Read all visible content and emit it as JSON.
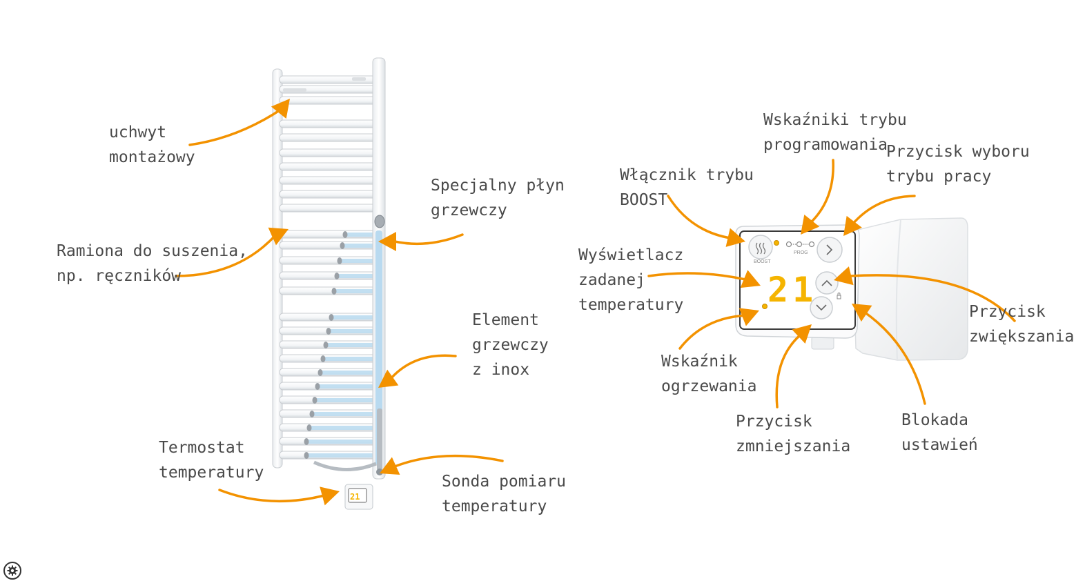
{
  "colors": {
    "arrow": "#f39200",
    "radiator": "#ffffff",
    "radiator_outline": "#c8ccd0",
    "heating_fluid": "#b9daf0",
    "lcd": "#f5b400",
    "label_text": "#4a4a4a"
  },
  "labels": {
    "mounting_bracket": [
      "uchwyt",
      "montażowy"
    ],
    "drying_arms": [
      "Ramiona do suszenia,",
      "np. ręczników"
    ],
    "thermostat": [
      "Termostat",
      "temperatury"
    ],
    "heating_fluid": [
      "Specjalny płyn",
      "grzewczy"
    ],
    "heating_element": [
      "Element",
      "grzewczy",
      "z inox"
    ],
    "temperature_probe": [
      "Sonda pomiaru",
      "temperatury"
    ],
    "prog_indicators": [
      "Wskaźniki trybu",
      "programowania"
    ],
    "mode_button": [
      "Przycisk wyboru",
      "trybu pracy"
    ],
    "boost_switch": [
      "Włącznik trybu",
      "BOOST"
    ],
    "set_temp_display": [
      "Wyświetlacz",
      "zadanej",
      "temperatury"
    ],
    "heating_indicator": [
      "Wskaźnik",
      "ogrzewania"
    ],
    "decrease_button": [
      "Przycisk",
      "zmniejszania"
    ],
    "settings_lock": [
      "Blokada",
      "ustawień"
    ],
    "increase_button": [
      "Przycisk",
      "zwiększania"
    ]
  },
  "device": {
    "display_value": "21",
    "boost_label": "BOOST",
    "prog_label": "PROG"
  },
  "icons": {
    "settings": "gear-icon",
    "next": "chevron-right-icon",
    "up": "chevron-up-icon",
    "down": "chevron-down-icon",
    "boost": "heat-waves-icon",
    "lock": "lock-icon"
  }
}
